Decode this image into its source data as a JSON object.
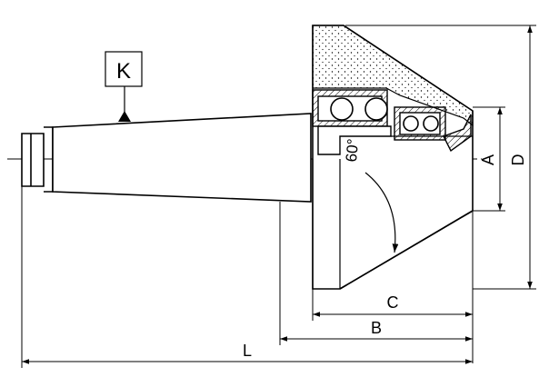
{
  "labels": {
    "taper_marker": "K",
    "angle": "60°",
    "dim_A": "A",
    "dim_D": "D",
    "dim_C": "C",
    "dim_B": "B",
    "dim_L": "L"
  }
}
